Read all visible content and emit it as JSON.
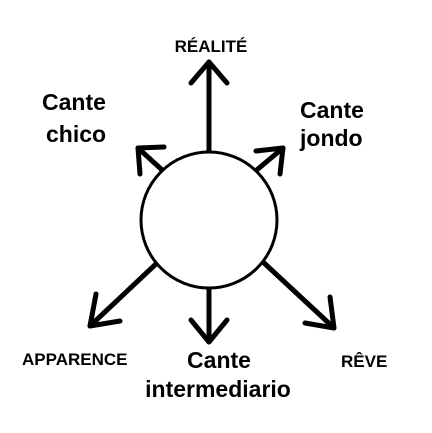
{
  "diagram": {
    "labels": {
      "realite": "RÉALITÉ",
      "cante_chico_line1": "Cante",
      "cante_chico_line2": "chico",
      "cante_jondo_line1": "Cante",
      "cante_jondo_line2": "jondo",
      "apparence": "APPARENCE",
      "cante_intermediario_line1": "Cante",
      "cante_intermediario_line2": "intermediario",
      "reve": "RÊVE"
    },
    "colors": {
      "stroke": "#000000",
      "background": "#ffffff"
    }
  }
}
